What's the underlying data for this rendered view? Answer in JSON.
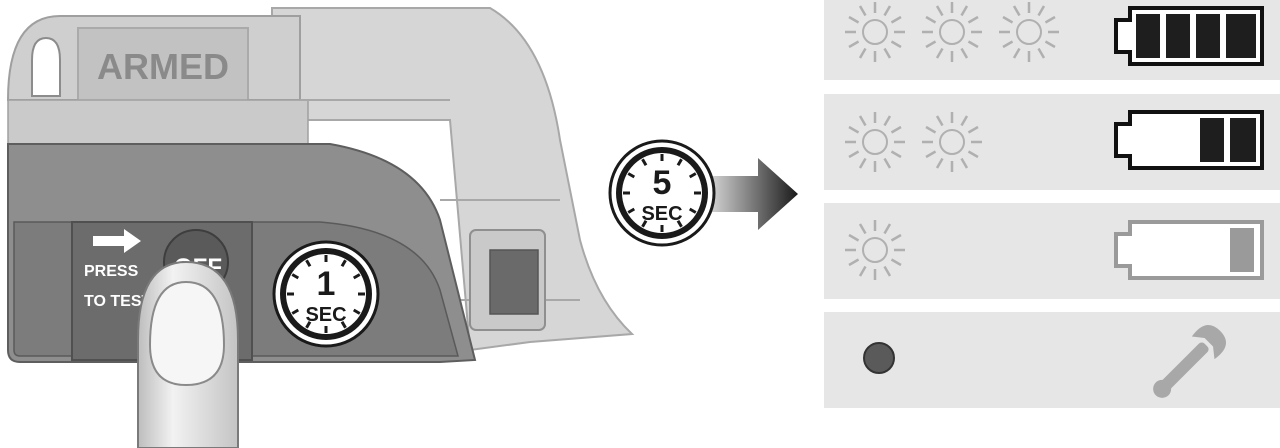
{
  "device": {
    "armed_label": "ARMED",
    "button_label_line1": "PRESS",
    "button_label_line2": "TO TEST",
    "off_label": "OFF",
    "press_timer": {
      "number": "1",
      "unit": "SEC"
    }
  },
  "result_timer": {
    "number": "5",
    "unit": "SEC"
  },
  "status_rows": [
    {
      "flash_count": 3,
      "battery_bars": 4,
      "battery_state": "full"
    },
    {
      "flash_count": 2,
      "battery_bars": 2,
      "battery_state": "half"
    },
    {
      "flash_count": 1,
      "battery_bars": 1,
      "battery_state": "low"
    },
    {
      "flash_count": 0,
      "indicator": "solid-dot",
      "icon": "wrench-icon"
    }
  ],
  "colors": {
    "device_light": "#d2d2d2",
    "device_mid": "#9a9a9a",
    "device_dark": "#6e6e6e",
    "panel_bg": "#e6e6e6",
    "indicator_dot": "#5a5a5a",
    "battery_fill": "#1e1e1e"
  }
}
